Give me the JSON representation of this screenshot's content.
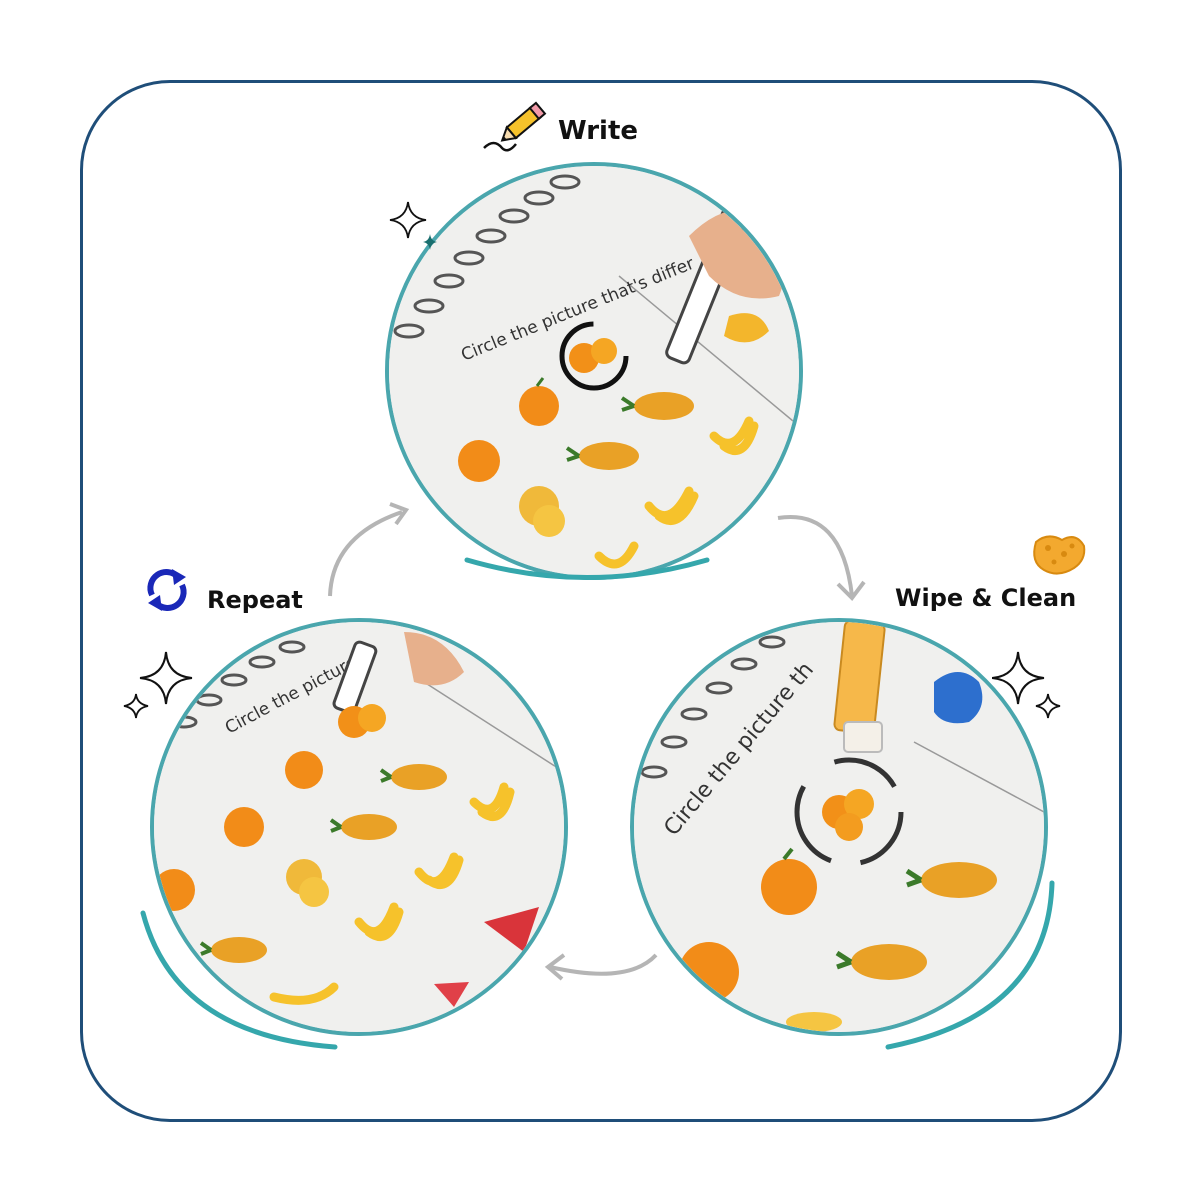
{
  "steps": {
    "write": {
      "label": "Write",
      "worksheet_text": "Circle the picture that's differ"
    },
    "wipe": {
      "label": "Wipe & Clean",
      "worksheet_text": "Circle the picture th"
    },
    "repeat": {
      "label": "Repeat",
      "worksheet_text": "Circle the picture"
    }
  },
  "icons": {
    "write": "pencil-icon",
    "wipe": "sponge-icon",
    "repeat": "refresh-icon",
    "sparkle": "sparkle-icon"
  },
  "colors": {
    "frame_border": "#1f4e79",
    "circle_ring": "#4aa6ad",
    "flow_arrow": "#b5b5b5",
    "repeat_icon": "#1a28b8",
    "pencil_yellow": "#f6c22b",
    "sponge_orange": "#f3a92f"
  }
}
